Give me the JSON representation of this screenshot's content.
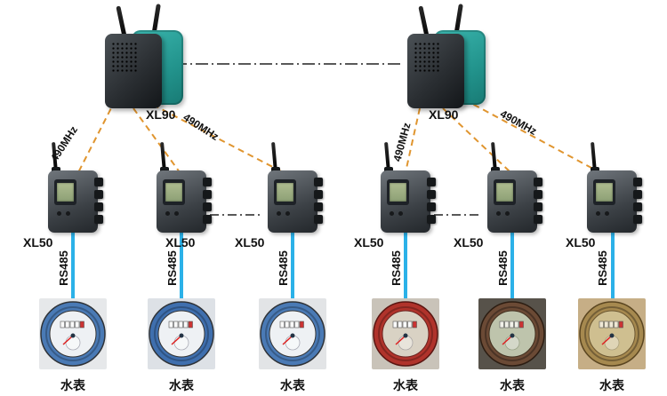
{
  "diagram": {
    "gateways": [
      {
        "label": "XL90"
      },
      {
        "label": "XL90"
      }
    ],
    "wireless_labels": [
      {
        "label": "490MHz"
      },
      {
        "label": "490MHz"
      },
      {
        "label": "490MHz"
      },
      {
        "label": "490MHz"
      }
    ],
    "nodes": [
      {
        "label": "XL50",
        "bus_label": "RS485"
      },
      {
        "label": "XL50",
        "bus_label": "RS485"
      },
      {
        "label": "XL50",
        "bus_label": "RS485"
      },
      {
        "label": "XL50",
        "bus_label": "RS485"
      },
      {
        "label": "XL50",
        "bus_label": "RS485"
      },
      {
        "label": "XL50",
        "bus_label": "RS485"
      }
    ],
    "meters": [
      {
        "label": "水表",
        "body_color": "#4a7ab5",
        "face_color": "#eef1f4",
        "backdrop_color": "#e6e8ea"
      },
      {
        "label": "水表",
        "body_color": "#3f6fae",
        "face_color": "#eef1f4",
        "backdrop_color": "#dde1e6"
      },
      {
        "label": "水表",
        "body_color": "#4a7ab5",
        "face_color": "#eef1f4",
        "backdrop_color": "#e2e4e6"
      },
      {
        "label": "水表",
        "body_color": "#b0332b",
        "face_color": "#d9d2c4",
        "backdrop_color": "#c9c3b9"
      },
      {
        "label": "水表",
        "body_color": "#6b4a35",
        "face_color": "#bec4ac",
        "backdrop_color": "#57524a"
      },
      {
        "label": "水表",
        "body_color": "#a6894f",
        "face_color": "#cfbf90",
        "backdrop_color": "#c6ae86"
      }
    ],
    "link_colors": {
      "wireless": "#e0952f",
      "serial": "#2bb1e8",
      "backbone": "#222222"
    }
  }
}
